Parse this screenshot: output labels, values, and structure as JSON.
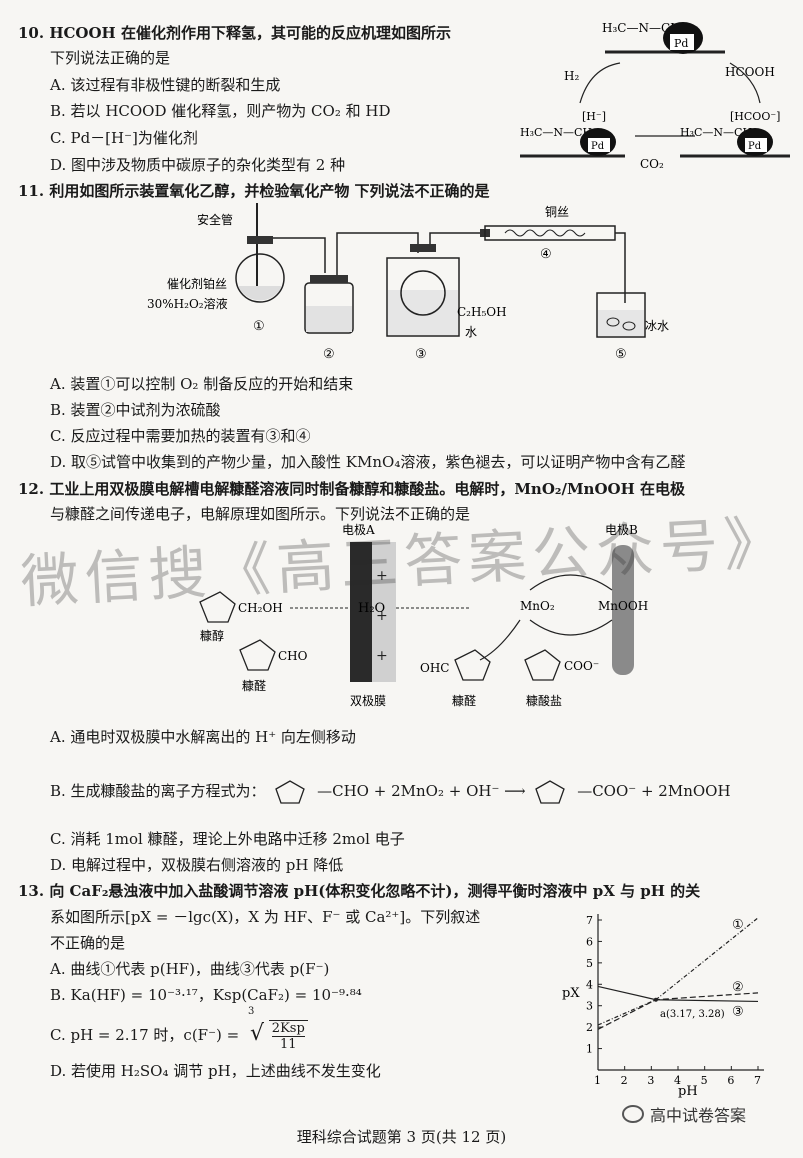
{
  "q10": {
    "stem1": "10. HCOOH 在催化剂作用下释氢，其可能的反应机理如图所示",
    "stem2": "下列说法正确的是",
    "A": "A. 该过程有非极性键的断裂和生成",
    "B": "B. 若以 HCOOD 催化释氢，则产物为 CO₂ 和 HD",
    "C": "C. Pd－[H⁻]为催化剂",
    "D": "D. 图中涉及物质中碳原子的杂化类型有 2 种",
    "fig": {
      "h2": "H₂",
      "hcooh": "HCOOH",
      "co2": "CO₂",
      "pd": "Pd",
      "hminus": "[H⁻]",
      "hcoo": "[HCOO⁻]",
      "nh": "H₃C—N—CH₃"
    }
  },
  "q11": {
    "stem": "11. 利用如图所示装置氧化乙醇，并检验氧化产物  下列说法不正确的是",
    "A": "A. 装置①可以控制 O₂ 制备反应的开始和结束",
    "B": "B. 装置②中试剂为浓硫酸",
    "C": "C. 反应过程中需要加热的装置有③和④",
    "D": "D. 取⑤试管中收集到的产物少量，加入酸性 KMnO₄溶液，紫色褪去，可以证明产物中含有乙醛",
    "fig": {
      "safety": "安全管",
      "cat": "催化剂铂丝",
      "h2o2": "30%H₂O₂溶液",
      "c2h5oh": "C₂H₅OH",
      "water": "水",
      "copper": "铜丝",
      "ice": "冰水",
      "n1": "①",
      "n2": "②",
      "n3": "③",
      "n4": "④",
      "n5": "⑤"
    }
  },
  "q12": {
    "stem1": "12. 工业上用双极膜电解槽电解糠醛溶液同时制备糠醇和糠酸盐。电解时，MnO₂/MnOOH 在电极",
    "stem2": "与糠醛之间传递电子，电解原理如图所示。下列说法不正确的是",
    "A": "A. 通电时双极膜中水解离出的 H⁺ 向左侧移动",
    "B_pre": "B. 生成糠酸盐的离子方程式为：",
    "B_eq": "—CHO + 2MnO₂ + OH⁻ ⟶",
    "B_post": "—COO⁻ + 2MnOOH",
    "C": "C. 消耗 1mol 糠醛，理论上外电路中迁移 2mol 电子",
    "D": "D. 电解过程中，双极膜右侧溶液的 pH 降低",
    "fig": {
      "elecA": "电极A",
      "elecB": "电极B",
      "h2o": "H₂O",
      "alcohol": "糠醇",
      "aldehyde": "糠醛",
      "aldehyde2": "糠醛",
      "salt": "糠酸盐",
      "membrane": "双极膜",
      "mno2": "MnO₂",
      "mnooh": "MnOOH",
      "ch2oh": "CH₂OH",
      "cho": "CHO",
      "ohc": "OHC",
      "coo": "COO⁻"
    }
  },
  "q13": {
    "stem1": "13. 向 CaF₂悬浊液中加入盐酸调节溶液 pH(体积变化忽略不计)，测得平衡时溶液中 pX 与 pH 的关",
    "stem2": "系如图所示[pX = －lgc(X)，X 为 HF、F⁻ 或 Ca²⁺]。下列叙述",
    "stem3": "不正确的是",
    "A": "A. 曲线①代表 p(HF)，曲线③代表 p(F⁻)",
    "B": "B. Ka(HF) = 10⁻³·¹⁷，Ksp(CaF₂) = 10⁻⁹·⁸⁴",
    "C_pre": "C. pH = 2.17 时，c(F⁻) =",
    "C_num": "2Ksp",
    "C_den": "11",
    "C_root": "3",
    "D": "D. 若使用 H₂SO₄ 调节 pH，上述曲线不发生变化"
  },
  "chart_data": {
    "type": "line",
    "xlabel": "pH",
    "ylabel": "pX",
    "xlim": [
      1,
      7
    ],
    "ylim": [
      0,
      7
    ],
    "xticks": [
      "1",
      "2",
      "3",
      "4",
      "5",
      "6",
      "7"
    ],
    "yticks": [
      "1",
      "2",
      "3",
      "4",
      "5",
      "6",
      "7"
    ],
    "annotation": "a(3.17, 3.28)",
    "series": [
      {
        "name": "①",
        "x": [
          1,
          3.17,
          7
        ],
        "y": [
          2.1,
          3.28,
          7.1
        ]
      },
      {
        "name": "②",
        "x": [
          1,
          3.17,
          7
        ],
        "y": [
          1.9,
          3.28,
          3.6
        ]
      },
      {
        "name": "③",
        "x": [
          1,
          3.17,
          7
        ],
        "y": [
          3.9,
          3.28,
          3.2
        ]
      }
    ]
  },
  "watermark": "微信搜《高三答案公众号》",
  "footer": "理科综合试题第 3 页(共 12 页)",
  "brand": "高中试卷答案"
}
